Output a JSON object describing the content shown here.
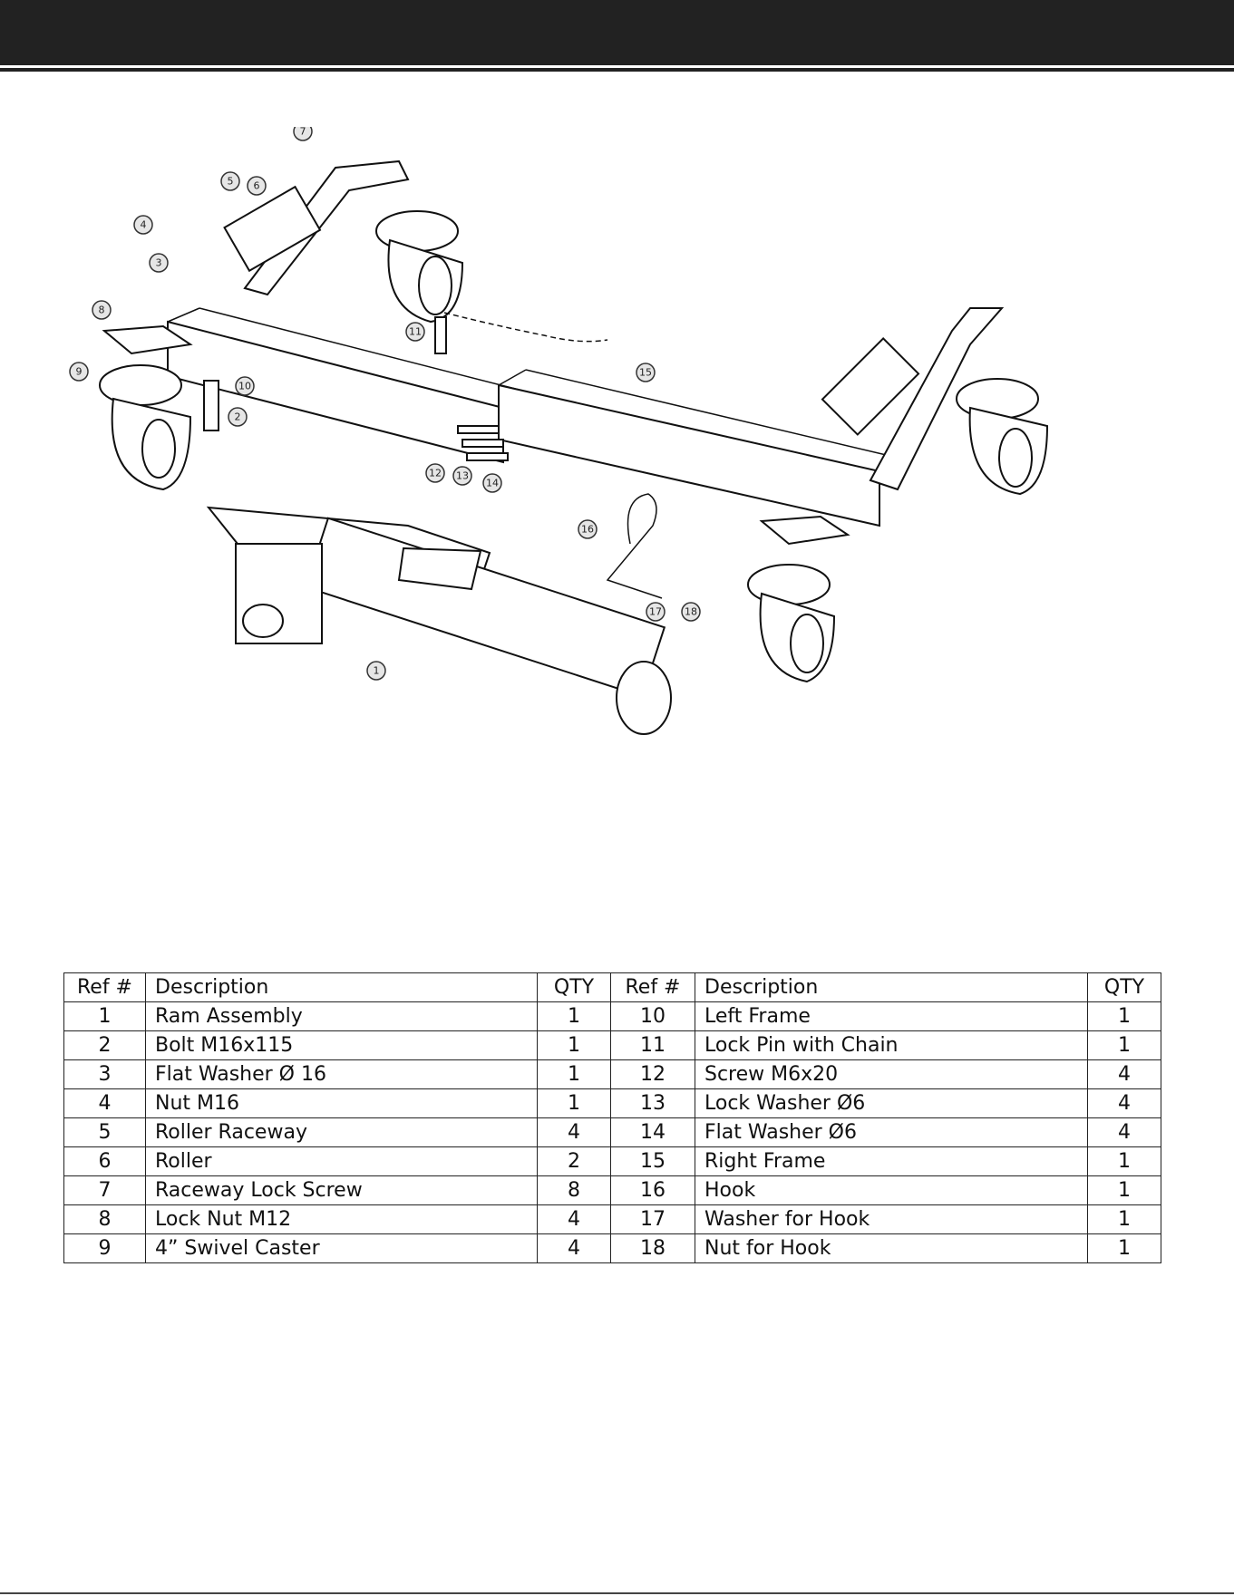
{
  "table": {
    "headers": [
      "Ref #",
      "Description",
      "QTY",
      "Ref #",
      "Description",
      "QTY"
    ],
    "rows": [
      {
        "ref_left": "1",
        "desc_left": "Ram Assembly",
        "qty_left": "1",
        "ref_right": "10",
        "desc_right": "Left Frame",
        "qty_right": "1"
      },
      {
        "ref_left": "2",
        "desc_left": "Bolt M16x115",
        "qty_left": "1",
        "ref_right": "11",
        "desc_right": "Lock Pin with Chain",
        "qty_right": "1"
      },
      {
        "ref_left": "3",
        "desc_left": "Flat Washer Ø 16",
        "qty_left": "1",
        "ref_right": "12",
        "desc_right": "Screw M6x20",
        "qty_right": "4"
      },
      {
        "ref_left": "4",
        "desc_left": "Nut M16",
        "qty_left": "1",
        "ref_right": "13",
        "desc_right": "Lock Washer Ø6",
        "qty_right": "4"
      },
      {
        "ref_left": "5",
        "desc_left": "Roller Raceway",
        "qty_left": "4",
        "ref_right": "14",
        "desc_right": "Flat Washer Ø6",
        "qty_right": "4"
      },
      {
        "ref_left": "6",
        "desc_left": "Roller",
        "qty_left": "2",
        "ref_right": "15",
        "desc_right": "Right Frame",
        "qty_right": "1"
      },
      {
        "ref_left": "7",
        "desc_left": "Raceway Lock Screw",
        "qty_left": "8",
        "ref_right": "16",
        "desc_right": "Hook",
        "qty_right": "1"
      },
      {
        "ref_left": "8",
        "desc_left": "Lock Nut M12",
        "qty_left": "4",
        "ref_right": "17",
        "desc_right": "Washer for Hook",
        "qty_right": "1"
      },
      {
        "ref_left": "9",
        "desc_left": "4” Swivel Caster",
        "qty_left": "4",
        "ref_right": "18",
        "desc_right": "Nut for Hook",
        "qty_right": "1"
      }
    ]
  },
  "diagram": {
    "callouts": [
      "1",
      "2",
      "3",
      "4",
      "5",
      "6",
      "7",
      "8",
      "9",
      "10",
      "11",
      "12",
      "13",
      "14",
      "15",
      "16",
      "17",
      "18"
    ]
  },
  "colors": {
    "banner": "#222222",
    "callout_fill": "#e6e6e6"
  }
}
